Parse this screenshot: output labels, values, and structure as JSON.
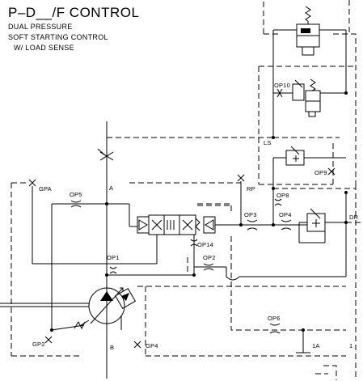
{
  "title": "P–D__/F CONTROL",
  "subtitle_lines": [
    "DUAL PRESSURE",
    "SOFT STARTING CONTROL",
    "W/ LOAD SENSE"
  ],
  "labels": {
    "gpa": "GPA",
    "op5": "OP5",
    "a": "A",
    "rp": "RP",
    "op8": "OP8",
    "op3": "OP3",
    "op4": "OP4",
    "dr": "DR",
    "op14": "OP14",
    "op1": "OP1",
    "op2": "OP2",
    "op10": "OP10",
    "op9": "OP9",
    "ls": "LS",
    "op6": "OP6",
    "gp2": "GP2",
    "b": "B",
    "gp4": "GP4",
    "one_a": "1A",
    "one": "1"
  }
}
